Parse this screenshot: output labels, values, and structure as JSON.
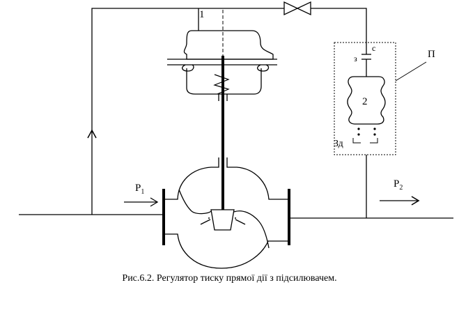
{
  "labels": {
    "servomotor": "1",
    "amplifier_bellows": "2",
    "amplifier_box": "П",
    "nozzle": "с",
    "flapper": "з",
    "setter": "Зд",
    "p1_letter": "Р",
    "p1_sub": "1",
    "p2_letter": "Р",
    "p2_sub": "2"
  },
  "caption": "Рис.6.2. Регулятор тиску прямої дії з підсилювачем."
}
